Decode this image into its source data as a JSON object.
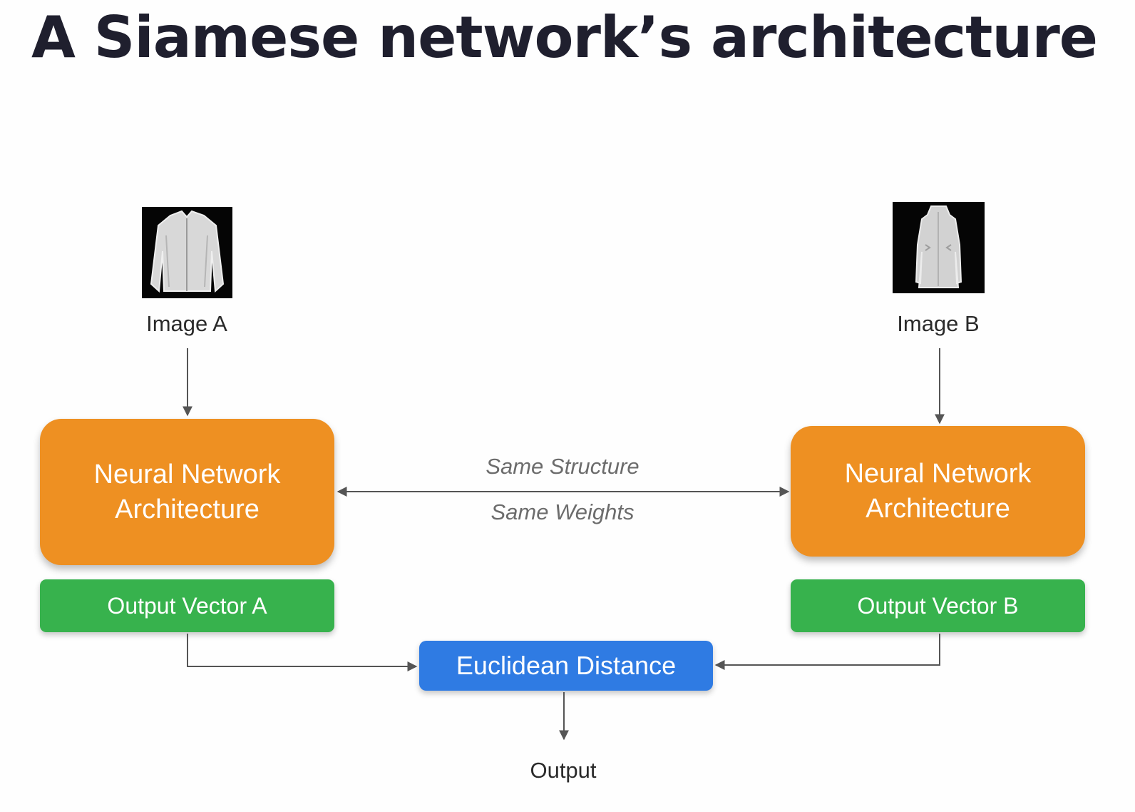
{
  "title": "A Siamese network’s architecture",
  "image_a": {
    "label": "Image A",
    "icon": "jacket-thumbnail"
  },
  "image_b": {
    "label": "Image B",
    "icon": "dress-thumbnail"
  },
  "network_a": {
    "line1": "Neural Network",
    "line2": "Architecture"
  },
  "network_b": {
    "line1": "Neural Network",
    "line2": "Architecture"
  },
  "link": {
    "top": "Same Structure",
    "bottom": "Same Weights"
  },
  "vector_a": "Output Vector A",
  "vector_b": "Output Vector B",
  "distance": "Euclidean Distance",
  "output": "Output",
  "colors": {
    "network": "#ee9022",
    "vector": "#37b24d",
    "distance": "#2f7be3",
    "title": "#1f1f2e",
    "arrow": "#555555"
  }
}
